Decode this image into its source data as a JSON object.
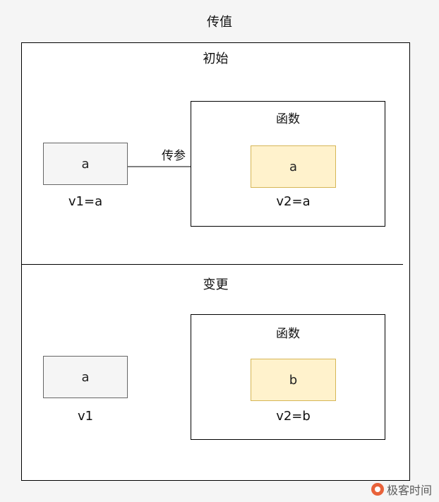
{
  "title": "传值",
  "initial": {
    "heading": "初始",
    "var_box": "a",
    "var_caption": "v1=a",
    "arrow_label": "传参",
    "function": {
      "title": "函数",
      "param_box": "a",
      "param_caption": "v2=a"
    }
  },
  "changed": {
    "heading": "变更",
    "var_box": "a",
    "var_caption": "v1",
    "function": {
      "title": "函数",
      "param_box": "b",
      "param_caption": "v2=b"
    }
  },
  "watermark": "极客时间",
  "colors": {
    "param_fill": "#fff2cc",
    "param_border": "#d6b656",
    "var_fill": "#f5f5f5",
    "watermark_logo": "#e8623a"
  }
}
